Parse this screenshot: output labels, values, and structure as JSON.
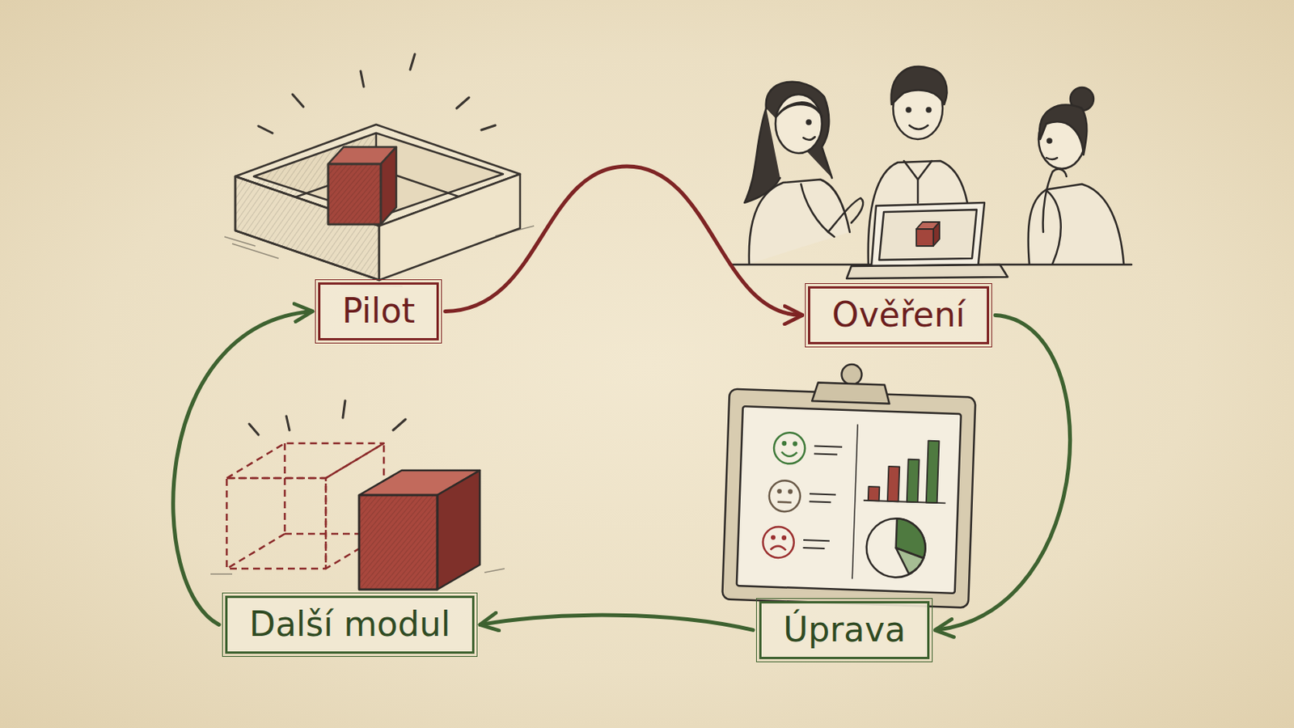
{
  "diagram": {
    "nodes": [
      {
        "text": [
          "Pilot"
        ]
      },
      {
        "text": [
          "Ověření"
        ]
      },
      {
        "text": [
          "Úprava"
        ]
      },
      {
        "text": [
          "Další modul"
        ]
      }
    ],
    "edges": [
      {
        "from": 0,
        "to": 1,
        "arrow": "to"
      },
      {
        "from": 1,
        "to": 2,
        "arrow": "to"
      },
      {
        "from": 2,
        "to": 3,
        "arrow": "to"
      },
      {
        "from": 3,
        "to": 0,
        "arrow": "to"
      }
    ]
  }
}
